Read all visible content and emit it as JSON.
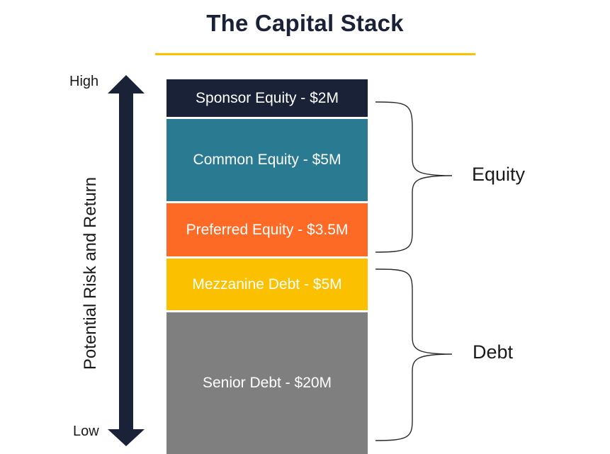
{
  "title": "The Capital Stack",
  "axis": {
    "high": "High",
    "low": "Low",
    "title": "Potential Risk and Return"
  },
  "stack": [
    {
      "label": "Sponsor Equity - $2M",
      "color": "#1a2238"
    },
    {
      "label": "Common Equity - $5M",
      "color": "#2a7b92"
    },
    {
      "label": "Preferred Equity - $3.5M",
      "color": "#fc6a25"
    },
    {
      "label": "Mezzanine Debt - $5M",
      "color": "#fbc000"
    },
    {
      "label": "Senior Debt - $20M",
      "color": "#7f7f7f"
    }
  ],
  "groups": {
    "equity": "Equity",
    "debt": "Debt"
  },
  "colors": {
    "title": "#1a2238",
    "rule": "#fbc000",
    "arrow": "#1a2238",
    "brace": "#2b2b2b"
  }
}
